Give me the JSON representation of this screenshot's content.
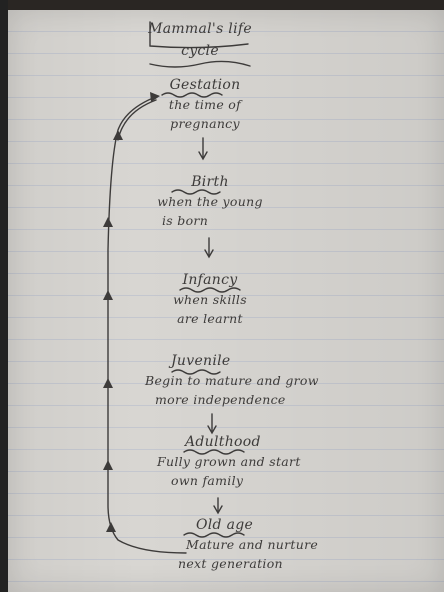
{
  "title": [
    "Mammal's life",
    "cycle"
  ],
  "stages": [
    {
      "heading": "Gestation",
      "lines": [
        "the time of",
        "pregnancy"
      ]
    },
    {
      "heading": "Birth",
      "lines": [
        "when the young",
        "is born"
      ]
    },
    {
      "heading": "Infancy",
      "lines": [
        "when skills",
        "are learnt"
      ]
    },
    {
      "heading": "Juvenile",
      "lines": [
        "Begin to mature and grow",
        "more independence"
      ]
    },
    {
      "heading": "Adulthood",
      "lines": [
        "Fully grown and start",
        "own family"
      ]
    },
    {
      "heading": "Old age",
      "lines": [
        "Mature and nurture",
        "next generation"
      ]
    }
  ],
  "colors": {
    "paper": "#d8d6d2",
    "ink": "#3d3b3a",
    "rule_line": "#c4c7cf"
  }
}
